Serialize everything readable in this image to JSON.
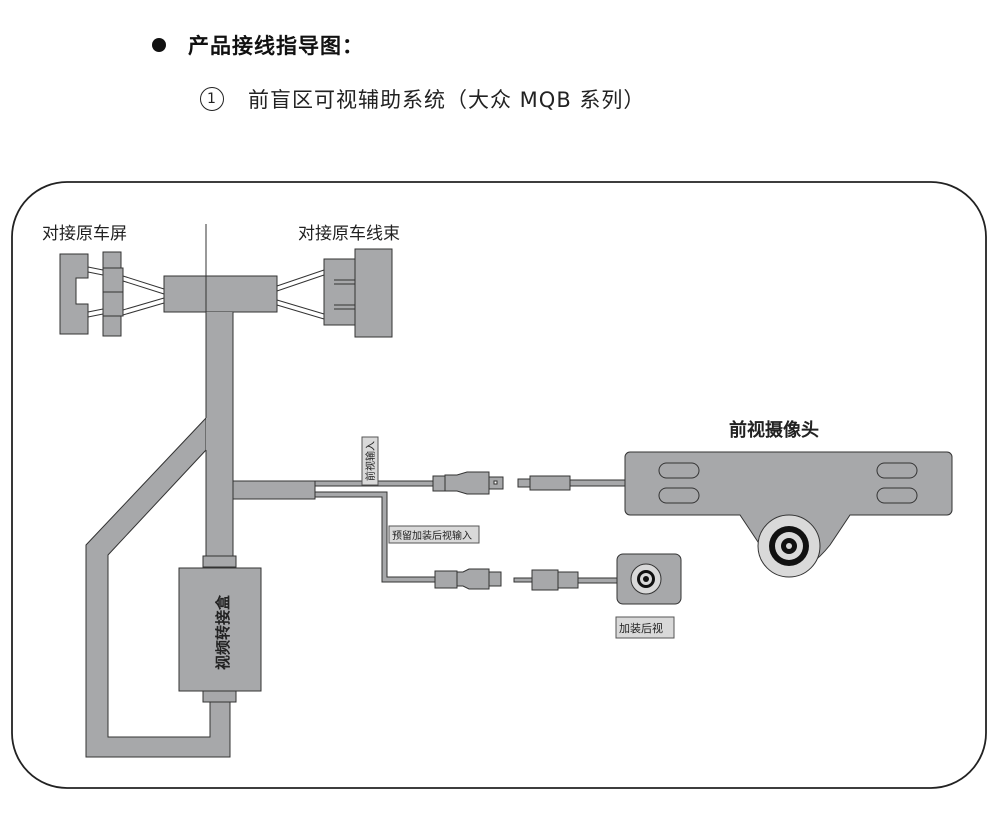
{
  "heading": {
    "bullet_icon": "filled-circle-bullet",
    "text": "产品接线指导图："
  },
  "subheading": {
    "number": "1",
    "text": "前盲区可视辅助系统（大众 MQB 系列）"
  },
  "diagram": {
    "labels": {
      "original_screen": "对接原车屏",
      "original_harness": "对接原车线束",
      "front_camera": "前视摄像头",
      "front_view_input": "前视输入",
      "reserved_rear_input": "预留加装后视输入",
      "video_adapter_box": "视频转接盒",
      "added_rear_view": "加装后视"
    },
    "colors": {
      "part_fill": "#a7a8aa",
      "outline": "#333333",
      "frame": "#222222",
      "label_bg": "#d9d9d9"
    }
  }
}
